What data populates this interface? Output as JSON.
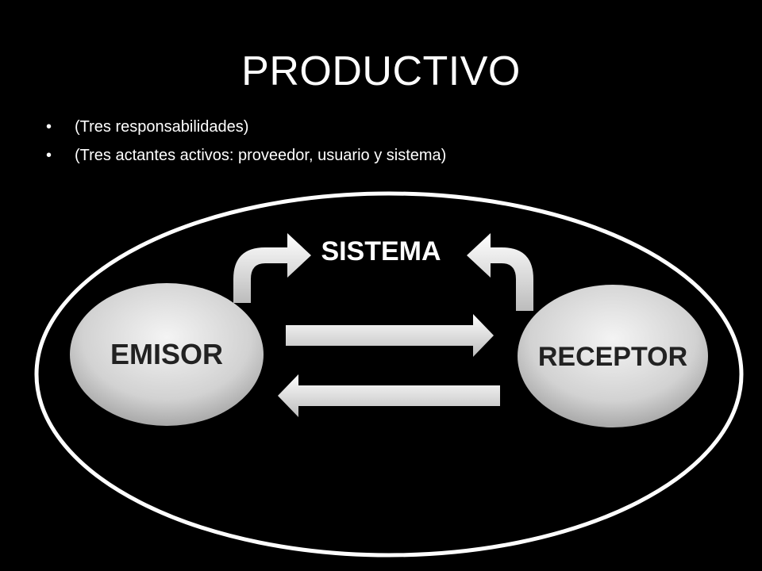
{
  "slide": {
    "title": "PRODUCTIVO",
    "bullets": [
      "(Tres  responsabilidades)",
      "(Tres actantes activos: proveedor, usuario y sistema)"
    ]
  },
  "diagram": {
    "system_label": "SISTEMA",
    "sender_label": "EMISOR",
    "receiver_label": "RECEPTOR"
  },
  "colors": {
    "background": "#000000",
    "text": "#ffffff",
    "node_fill": "#d9d9d9",
    "node_text": "#222222"
  }
}
